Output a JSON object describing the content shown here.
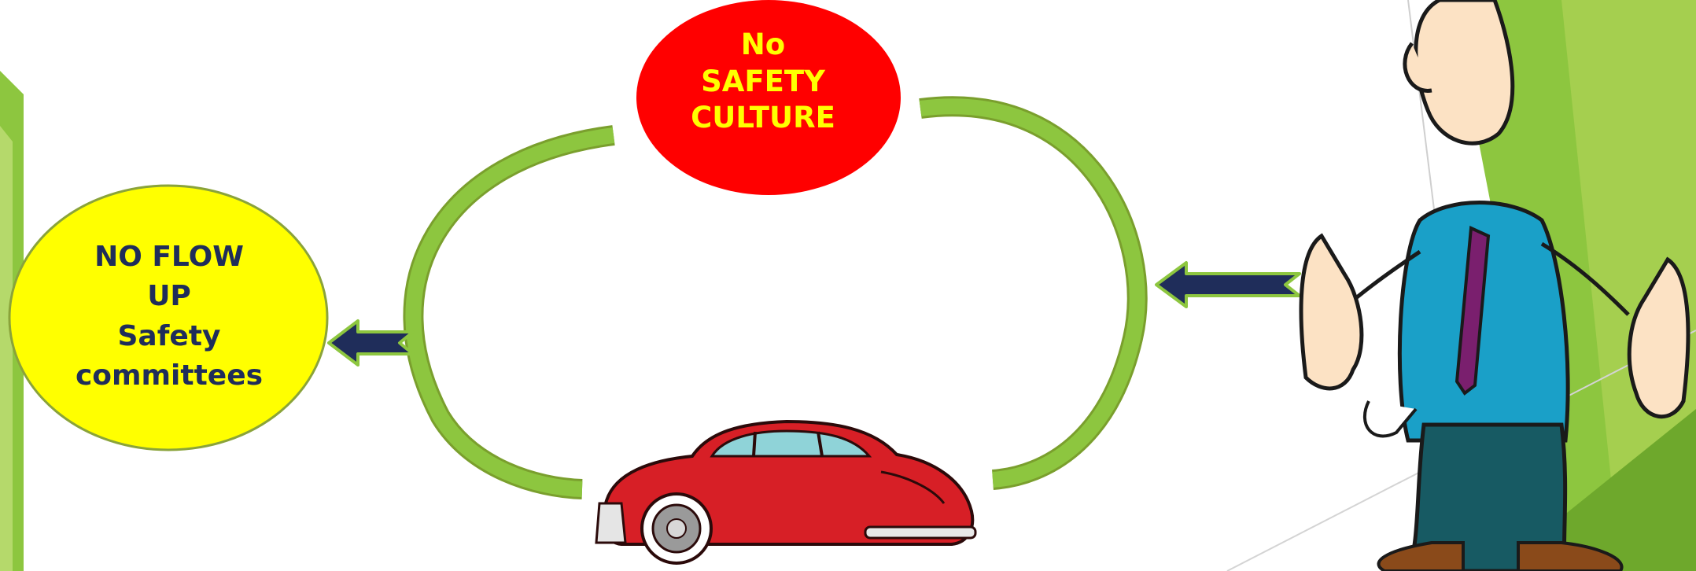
{
  "top_node": {
    "lines": [
      "No",
      "SAFETY",
      "CULTURE"
    ],
    "fill": "#ff0000",
    "text_color": "#ffff00"
  },
  "left_node": {
    "lines": [
      "NO FLOW",
      "UP",
      "Safety",
      "committees"
    ],
    "fill": "#ffff00",
    "text_color": "#1f2d5a"
  },
  "cycle_color": "#8dc63f",
  "arrow_color": "#1f2d5a",
  "accent_green": "#8dc63f",
  "illustrations": [
    "red-car-icon",
    "frustrated-man-icon"
  ]
}
